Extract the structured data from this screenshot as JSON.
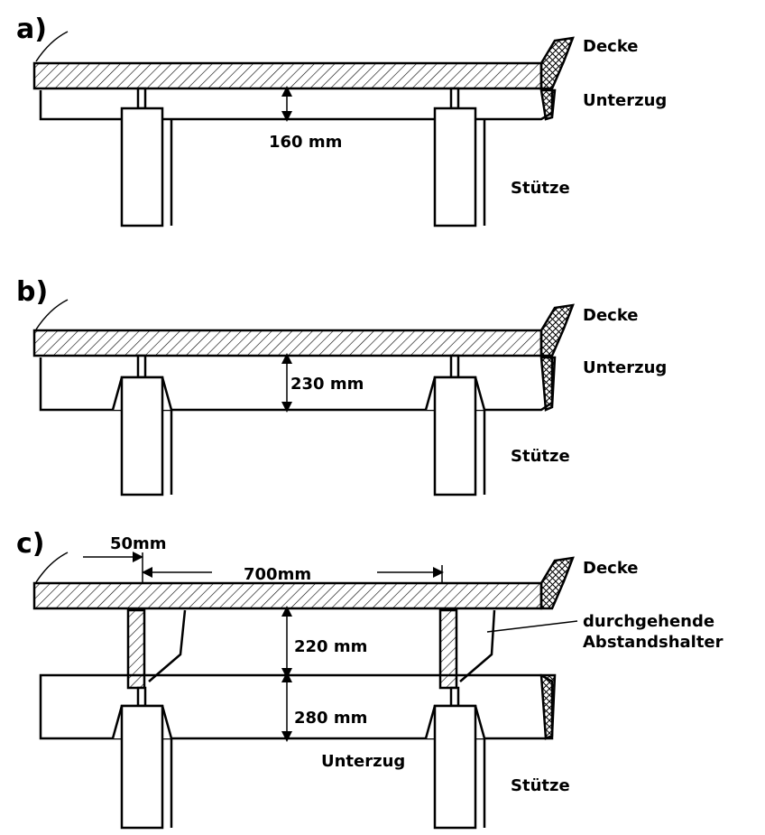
{
  "panels": [
    {
      "label": "a)",
      "decke": "Decke",
      "unterzug": "Unterzug",
      "stuetze": "Stütze",
      "dimension": "160 mm"
    },
    {
      "label": "b)",
      "decke": "Decke",
      "unterzug": "Unterzug",
      "stuetze": "Stütze",
      "dimension": "230 mm"
    },
    {
      "label": "c)",
      "decke": "Decke",
      "unterzug": "Unterzug",
      "stuetze": "Stütze",
      "spacer_line1": "durchgehende",
      "spacer_line2": "Abstandshalter",
      "dim_offset": "50mm",
      "dim_span": "700mm",
      "dim_upper": "220 mm",
      "dim_lower": "280 mm"
    }
  ]
}
